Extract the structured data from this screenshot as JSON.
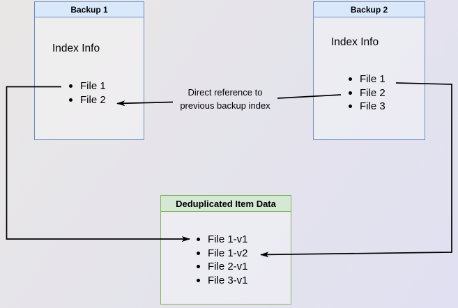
{
  "nodes": {
    "backup1": {
      "title": "Backup 1",
      "subtitle": "Index Info",
      "files": [
        "File 1",
        "File 2"
      ]
    },
    "backup2": {
      "title": "Backup 2",
      "subtitle": "Index Info",
      "files": [
        "File 1",
        "File 2",
        "File 3"
      ]
    },
    "dedup": {
      "title": "Deduplicated Item Data",
      "items": [
        "File 1-v1",
        "File 1-v2",
        "File 2-v1",
        "File 3-v1"
      ]
    }
  },
  "labels": {
    "direct_reference_line1": "Direct reference to",
    "direct_reference_line2": "previous backup index"
  },
  "colors": {
    "canvas_bg_start": "#e9e7e5",
    "canvas_bg_end": "#e0e0f2",
    "blue_fill": "#dae8fc",
    "blue_stroke": "#6c8ebf",
    "green_fill": "#d5e8d4",
    "green_stroke": "#82b366",
    "node_body_fill": "rgba(255,255,255,0.32)",
    "arrow_color": "#000000",
    "text_color": "#000000"
  }
}
